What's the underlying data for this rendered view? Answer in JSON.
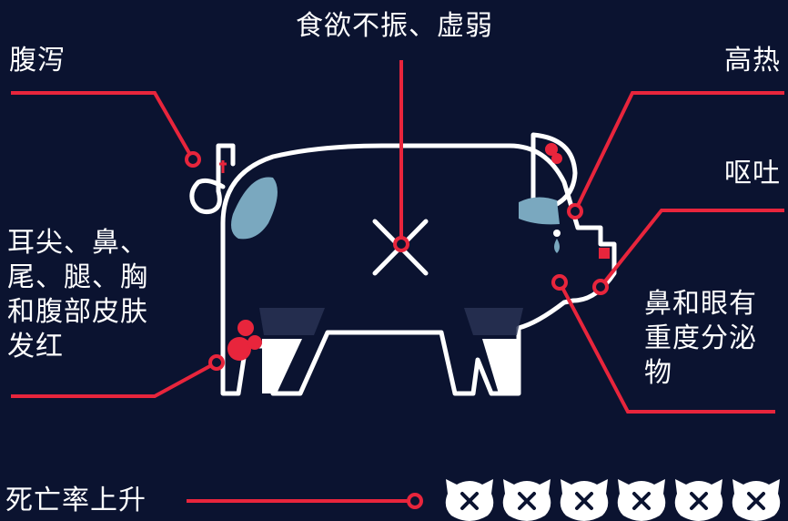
{
  "colors": {
    "background": "#0b1330",
    "outline": "#ffffff",
    "accent_red": "#e8253c",
    "patch_blue": "#7aa8bf"
  },
  "symptoms": {
    "appetite": "食欲不振、虚弱",
    "diarrhea": "腹泻",
    "fever": "高热",
    "vomiting": "呕吐",
    "redness": [
      "耳尖、鼻、",
      "尾、腿、胸",
      "和腹部皮肤",
      "发红"
    ],
    "discharge": [
      "鼻和眼有",
      "重度分泌",
      "物"
    ],
    "mortality": "死亡率上升"
  },
  "icons": {
    "pig": "pig-outline-icon",
    "dead_pig": "pig-head-cross-icon",
    "dead_pig_count": 6
  }
}
